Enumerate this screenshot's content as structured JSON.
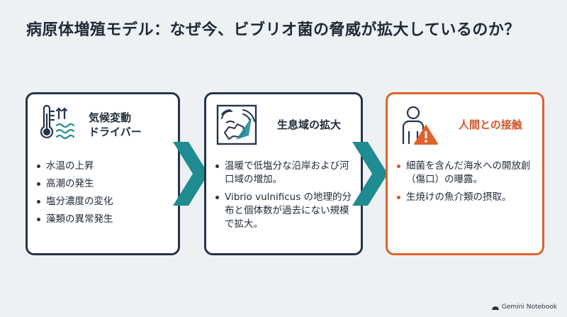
{
  "title": "病原体増殖モデル：なぜ今、ビブリオ菌の脅威が拡大しているのか？",
  "cards": [
    {
      "heading_lines": [
        "気候変動",
        "ドライバー"
      ],
      "icon": "thermometer-waves-icon",
      "bullets": [
        "水温の上昇",
        "高潮の発生",
        "塩分濃度の変化",
        "藻類の異常発生"
      ]
    },
    {
      "heading_lines": [
        "生息域の拡大"
      ],
      "icon": "radar-map-icon",
      "bullets": [
        "温暖で低塩分な沿岸および河口域の増加。",
        "Vibrio vulnificus の地理的分布と個体数が過去にない規模で拡大。"
      ]
    },
    {
      "heading_lines": [
        "人間との接触"
      ],
      "icon": "person-warning-icon",
      "bullets": [
        "細菌を含んだ海水への開放創（傷口）の曝露。",
        "生焼けの魚介類の摂取。"
      ]
    }
  ],
  "brand": "Gemini Notebook",
  "colors": {
    "dark": "#25354a",
    "accent": "#e0622d",
    "teal": "#1e8c91",
    "background": "#eef1f4"
  }
}
